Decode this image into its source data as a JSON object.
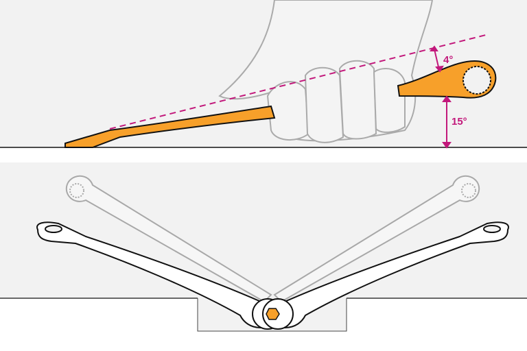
{
  "labels": {
    "offset_angle": "4°",
    "lift_angle": "15°"
  },
  "colors": {
    "wrench": "#f7a02a",
    "annotation": "#c2187b",
    "panel": "#f2f2f2",
    "ghost": "#a8a8a8",
    "outline": "#111111"
  },
  "icons": [
    "hand-gripping-wrench",
    "offset-ring-wrench",
    "ring-wrench-swing"
  ]
}
